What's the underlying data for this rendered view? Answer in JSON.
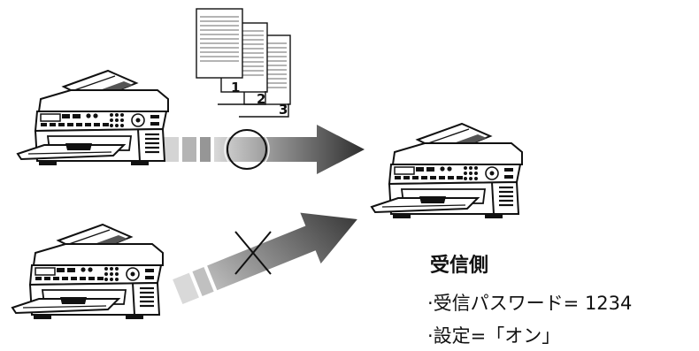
{
  "documents": {
    "page_numbers": [
      "1",
      "2",
      "3"
    ]
  },
  "receiver": {
    "heading": "受信側",
    "password_line": "·受信パスワード= 1234",
    "setting_line": "·設定=「オン」"
  },
  "transmissions": {
    "accepted": {
      "status": "accepted",
      "marker": "circle"
    },
    "rejected": {
      "status": "rejected",
      "marker": "cross"
    }
  },
  "colors": {
    "arrow_dark": "#333333",
    "arrow_light": "#d8d8d8",
    "line_art": "#111111"
  }
}
